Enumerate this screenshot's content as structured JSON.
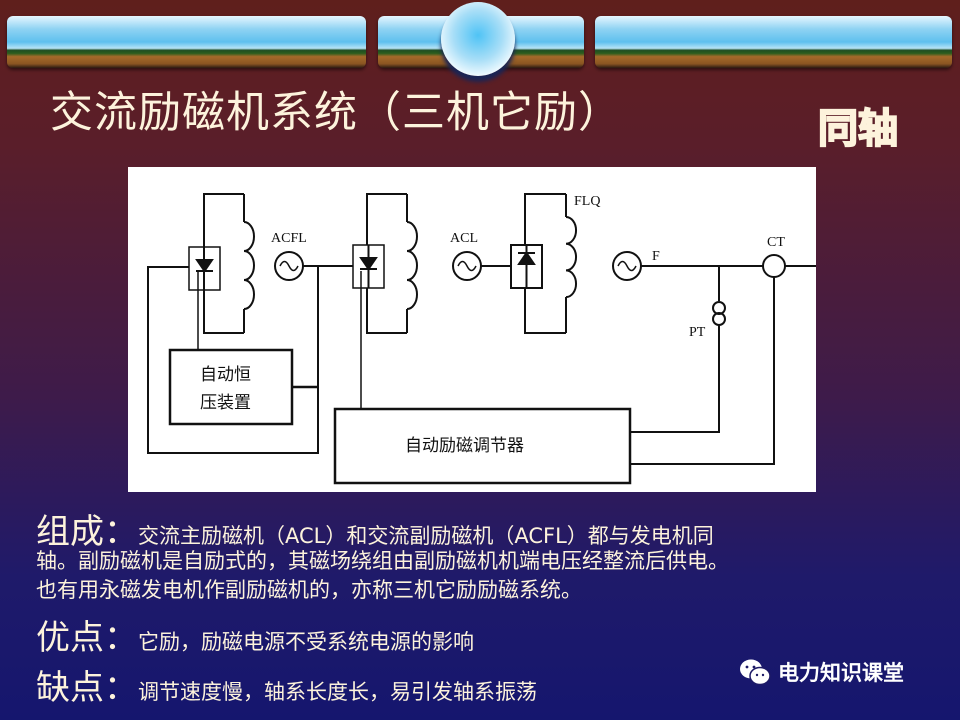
{
  "slide": {
    "title": "交流励磁机系统（三机它励）",
    "badge": "同轴"
  },
  "diagram": {
    "labels": {
      "acfl": "ACFL",
      "acl": "ACL",
      "flq": "FLQ",
      "f": "F",
      "ct": "CT",
      "pt": "PT",
      "avr_line1": "自动恒",
      "avr_line2": "压装置",
      "regulator": "自动励磁调节器"
    }
  },
  "sections": {
    "composition": {
      "heading": "组成：",
      "line1": "交流主励磁机（ACL）和交流副励磁机（ACFL）都与发电机同",
      "line2": "轴。副励磁机是自励式的，其磁场绕组由副励磁机机端电压经整流后供电。",
      "line3": "也有用永磁发电机作副励磁机的，亦称三机它励励磁系统。"
    },
    "advantages": {
      "heading": "优点：",
      "text": "它励，励磁电源不受系统电源的影响"
    },
    "disadvantages": {
      "heading": "缺点：",
      "text": "调节速度慢，轴系长度长，易引发轴系振荡"
    }
  },
  "watermark": {
    "icon": "wechat-icon",
    "text": "电力知识课堂"
  }
}
